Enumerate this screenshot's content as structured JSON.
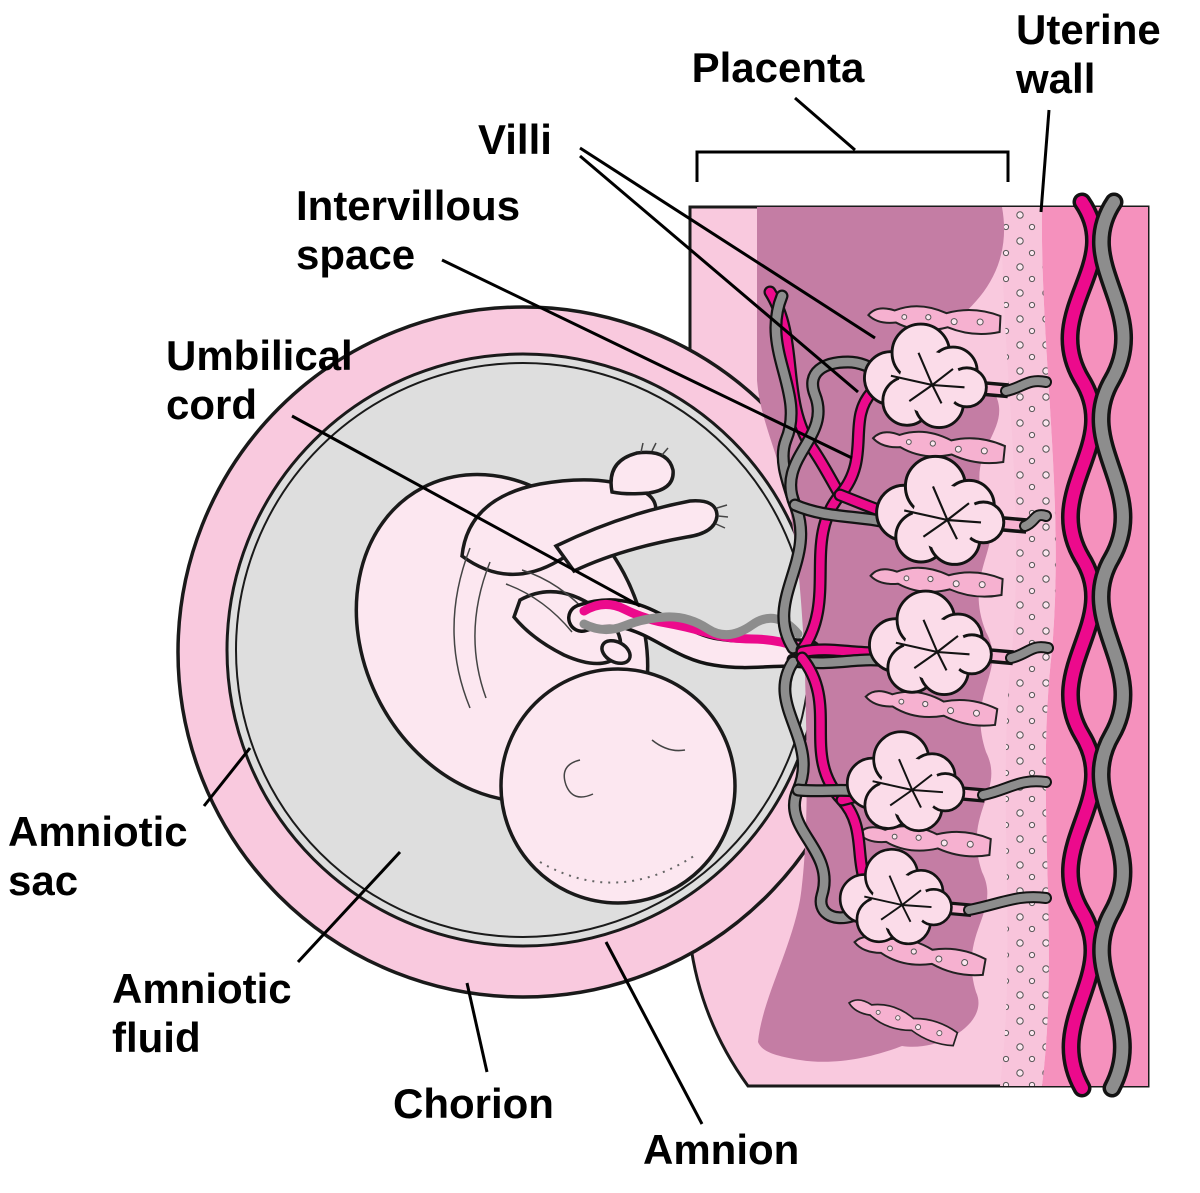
{
  "figure": {
    "labels": {
      "placenta": "Placenta",
      "uterine_wall": "Uterine\nwall",
      "villi": "Villi",
      "intervillous_space": "Intervillous\nspace",
      "umbilical_cord": "Umbilical\ncord",
      "amniotic_sac": "Amniotic\nsac",
      "amniotic_fluid": "Amniotic\nfluid",
      "chorion": "Chorion",
      "amnion": "Amnion"
    },
    "colors": {
      "background": "#ffffff",
      "uterus_pink": "#f9c9de",
      "uterine_wall_pink": "#f591bd",
      "decidua_pink": "#f8c4db",
      "intervillous_mauve": "#c47da4",
      "villi_pink": "#fbdce9",
      "frond_pink": "#f6b1d0",
      "fetus_skin": "#fce7f0",
      "amniotic_fluid_gray": "#dedede",
      "artery_magenta": "#ec0a8c",
      "vein_gray": "#8d8d8d",
      "outline_black": "#1a1a1a"
    }
  }
}
